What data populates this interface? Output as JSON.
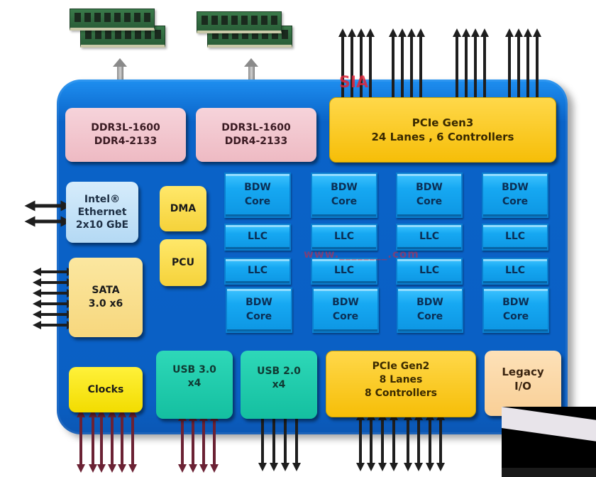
{
  "diagram": {
    "title_badge": "SIA",
    "watermark": "www.________.com",
    "memory": [
      {
        "line1": "DDR3L-1600",
        "line2": "DDR4-2133"
      },
      {
        "line1": "DDR3L-1600",
        "line2": "DDR4-2133"
      }
    ],
    "pcie_gen3": {
      "line1": "PCIe  Gen3",
      "line2": "24 Lanes , 6 Controllers",
      "lane_count": 16
    },
    "ethernet": {
      "line1": "Intel®",
      "line2": "Ethernet",
      "line3": "2x10 GbE",
      "link_count": 2
    },
    "dma": "DMA",
    "pcu": "PCU",
    "sata": {
      "line1": "SATA",
      "line2": "3.0 x6",
      "port_count": 6
    },
    "cores": {
      "top_row": [
        {
          "l1": "BDW",
          "l2": "Core"
        },
        {
          "l1": "BDW",
          "l2": "Core"
        },
        {
          "l1": "BDW",
          "l2": "Core"
        },
        {
          "l1": "BDW",
          "l2": "Core"
        }
      ],
      "llc_row1": [
        "LLC",
        "LLC",
        "LLC",
        "LLC"
      ],
      "llc_row2": [
        "LLC",
        "LLC",
        "LLC",
        "LLC"
      ],
      "bottom_row": [
        {
          "l1": "BDW",
          "l2": "Core"
        },
        {
          "l1": "BDW",
          "l2": "Core"
        },
        {
          "l1": "BDW",
          "l2": "Core"
        },
        {
          "l1": "BDW",
          "l2": "Core"
        }
      ]
    },
    "clocks": {
      "label": "Clocks",
      "line_count": 6
    },
    "usb3": {
      "line1": "USB 3.0",
      "line2": "x4",
      "line_count": 4
    },
    "usb2": {
      "line1": "USB 2.0",
      "line2": "x4",
      "line_count": 4
    },
    "pcie_gen2": {
      "line1": "PCIe  Gen2",
      "line2": "8 Lanes",
      "line3": "8 Controllers",
      "lane_count": 8
    },
    "legacy_io": {
      "line1": "Legacy",
      "line2": "I/O"
    },
    "colors": {
      "die_blue": "#0a63c8",
      "memory_pink": "#f2c4cc",
      "pcie_gold": "#f8c30f",
      "core_cyan": "#16a8f2",
      "usb_teal": "#1ccaa9",
      "clocks_yellow": "#f7e400",
      "lane_dark": "#1e1e1e",
      "lane_maroon": "#6b2234"
    }
  }
}
